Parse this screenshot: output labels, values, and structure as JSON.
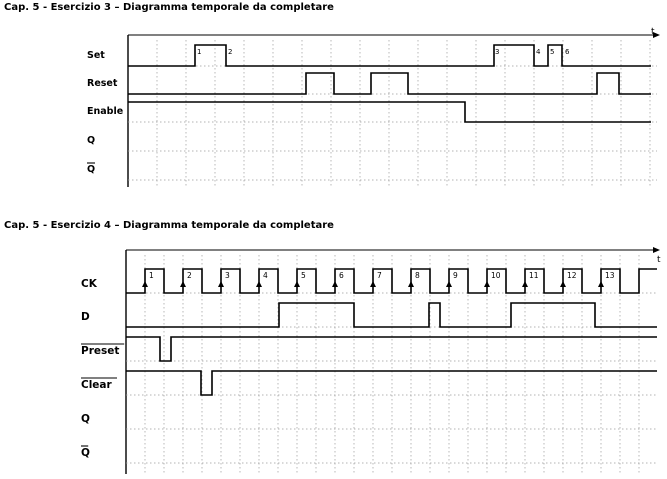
{
  "exercise3": {
    "title": "Cap. 5 - Esercizio 3 – Diagramma temporale da completare",
    "axis_label": "t",
    "signals": [
      {
        "label": "Set",
        "overline": false
      },
      {
        "label": "Reset",
        "overline": false
      },
      {
        "label": "Enable",
        "overline": false
      },
      {
        "label": "Q",
        "overline": false
      },
      {
        "label": "Q",
        "overline": true
      }
    ],
    "markers": [
      "1",
      "2",
      "3",
      "4",
      "5",
      "6"
    ]
  },
  "exercise4": {
    "title": "Cap. 5 - Esercizio 4 – Diagramma temporale da completare",
    "axis_label": "t",
    "signals": [
      {
        "label": "CK",
        "overline": false
      },
      {
        "label": "D",
        "overline": false
      },
      {
        "label": "Preset",
        "overline": true
      },
      {
        "label": "Clear",
        "overline": true
      },
      {
        "label": "Q",
        "overline": false
      },
      {
        "label": "Q",
        "overline": true
      }
    ],
    "clock_edge_labels": [
      "1",
      "2",
      "3",
      "4",
      "5",
      "6",
      "7",
      "8",
      "9",
      "10",
      "11",
      "12",
      "13"
    ]
  }
}
